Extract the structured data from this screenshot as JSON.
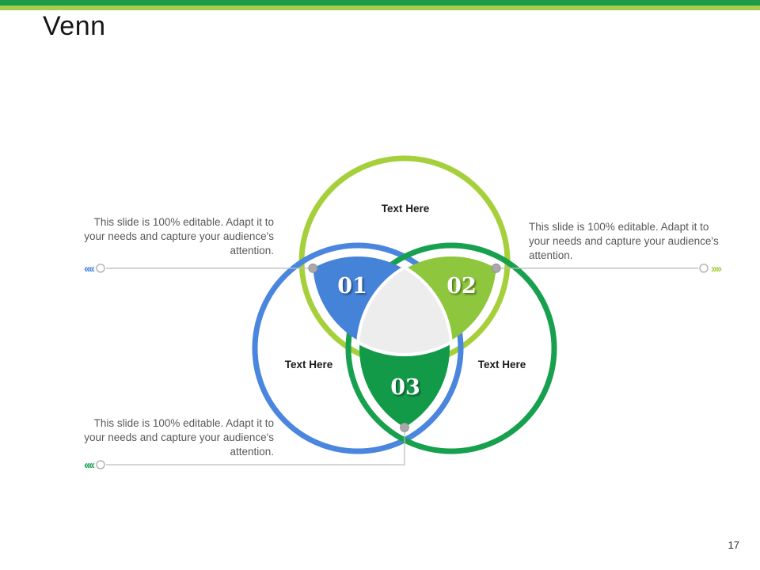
{
  "slide": {
    "title": "Venn",
    "page_number": "17"
  },
  "accent_bar": {
    "dark": "#1f9b47",
    "light": "#a8cc4f"
  },
  "venn": {
    "circles": [
      {
        "id": "top",
        "label": "Text Here",
        "stroke": "#a6d03b"
      },
      {
        "id": "left",
        "label": "Text Here",
        "stroke": "#4a86de"
      },
      {
        "id": "right",
        "label": "Text Here",
        "stroke": "#17a04e"
      }
    ],
    "segments": [
      {
        "number": "01",
        "fill": "#4583d8"
      },
      {
        "number": "02",
        "fill": "#8ec63e"
      },
      {
        "number": "03",
        "fill": "#129a49"
      }
    ],
    "center_fill": "#ededed"
  },
  "callouts": {
    "left": {
      "text": "This slide is 100% editable. Adapt it to your needs and capture your audience's attention.",
      "chevrons": "‹‹‹‹",
      "color": "#4a86de"
    },
    "right": {
      "text": "This slide is 100% editable. Adapt it to your needs and capture your audience's attention.",
      "chevrons": "››››",
      "color": "#a6d03b"
    },
    "bottom": {
      "text": "This slide is 100% editable. Adapt it to your needs and capture your audience's attention.",
      "chevrons": "‹‹‹‹",
      "color": "#17a04e"
    }
  }
}
